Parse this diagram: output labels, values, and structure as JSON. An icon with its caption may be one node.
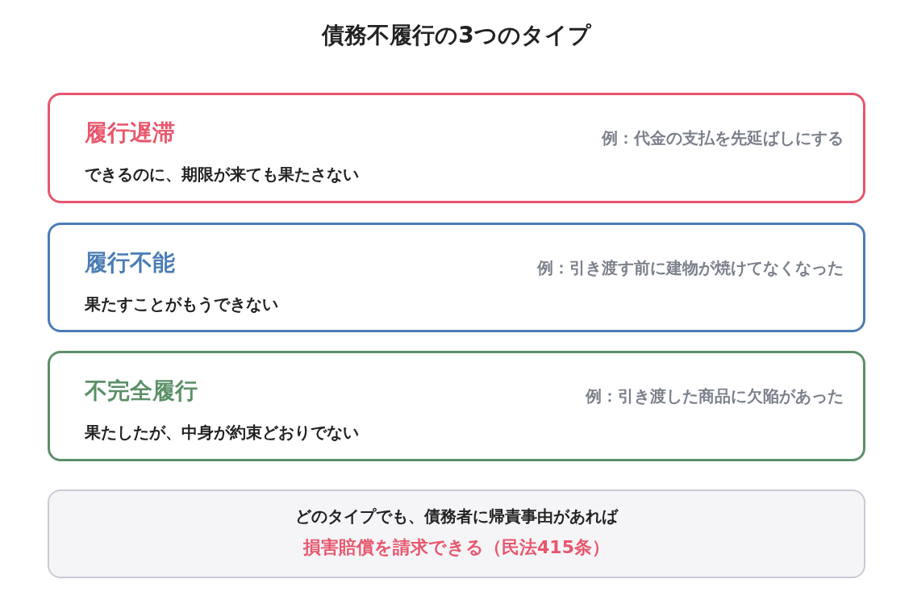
{
  "diagram": {
    "title": "債務不履行の3つのタイプ",
    "nodes": [
      {
        "text": [
          "履行遅滞",
          "例：代金の支払を先延ばしにする",
          "できるのに、期限が来ても果たさない"
        ]
      },
      {
        "text": [
          "履行不能",
          "例：引き渡す前に建物が焼けてなくなった",
          "果たすことがもうできない"
        ]
      },
      {
        "text": [
          "不完全履行",
          "例：引き渡した商品に欠陥があった",
          "果たしたが、中身が約束どおりでない"
        ]
      },
      {
        "text": [
          "どのタイプでも、債務者に帰責事由があれば",
          "損害賠償を請求できる（民法415条）"
        ]
      }
    ]
  }
}
